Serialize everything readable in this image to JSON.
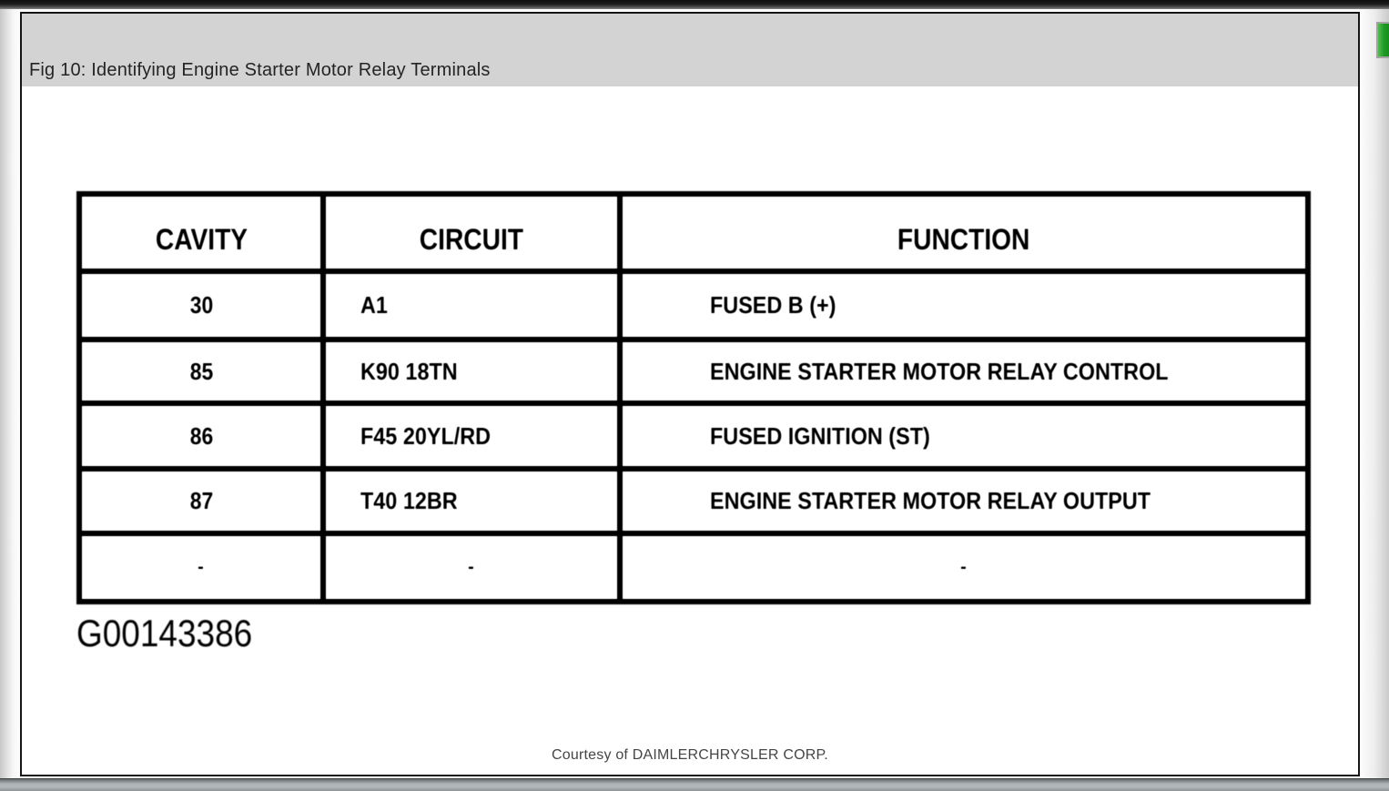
{
  "figure": {
    "caption": "Fig 10: Identifying Engine Starter Motor Relay Terminals",
    "figure_id": "G00143386",
    "credit": "Courtesy of DAIMLERCHRYSLER CORP."
  },
  "table": {
    "headers": [
      "CAVITY",
      "CIRCUIT",
      "FUNCTION"
    ],
    "rows": [
      {
        "cavity": "30",
        "circuit": "A1",
        "function": "FUSED B (+)"
      },
      {
        "cavity": "85",
        "circuit": "K90 18TN",
        "function": "ENGINE STARTER MOTOR RELAY CONTROL"
      },
      {
        "cavity": "86",
        "circuit": "F45 20YL/RD",
        "function": "FUSED IGNITION (ST)"
      },
      {
        "cavity": "87",
        "circuit": "T40 12BR",
        "function": "ENGINE STARTER MOTOR RELAY OUTPUT"
      },
      {
        "cavity": "-",
        "circuit": "-",
        "function": "-"
      }
    ]
  },
  "colors": {
    "caption_bar_bg": "#d3d3d3",
    "accent_green": "#0f7d12",
    "scan_ink": "#000000"
  }
}
